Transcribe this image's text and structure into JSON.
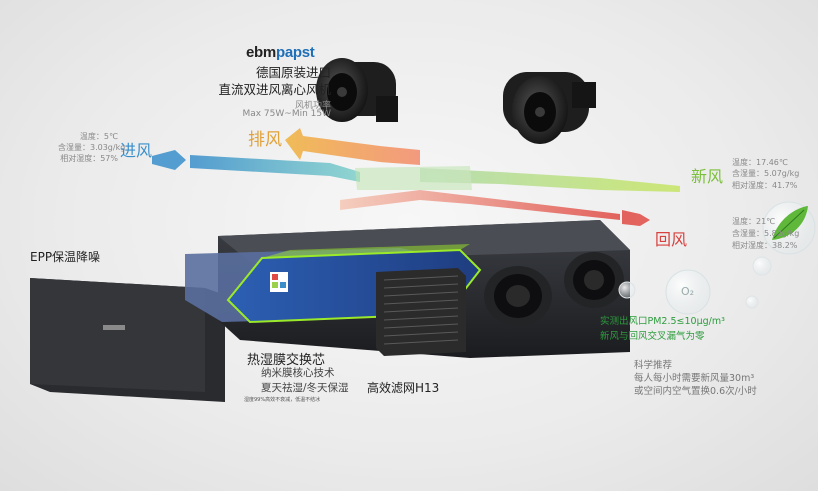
{
  "brand": {
    "prefix": "ebm",
    "suffix": "papst",
    "accent_color": "#1f6fb8"
  },
  "fan": {
    "line1": "德国原装进口",
    "line2": "直流双进风离心风机",
    "power_label": "风机功率",
    "power_range": "Max 75W~Min 15W"
  },
  "exhaust_label": "排风",
  "intake": {
    "label": "进风",
    "temp": "温度：5℃",
    "moisture": "含湿量：3.03g/kg",
    "humidity": "相对湿度：57%"
  },
  "fresh": {
    "label": "新风",
    "temp": "温度：17.46℃",
    "moisture": "含湿量：5.07g/kg",
    "humidity": "相对湿度：41.7%"
  },
  "return": {
    "label": "回风",
    "temp": "温度：21℃",
    "moisture": "含湿量：5.82g/kg",
    "humidity": "相对湿度：38.2%"
  },
  "epp_label": "EPP保温降噪",
  "oxygen_symbol": "O₂",
  "pm": {
    "line1": "实测出风口PM2.5≤10μg/m³",
    "line2": "新风与回风交叉漏气为零"
  },
  "recommend": {
    "line1": "科学推荐",
    "line2": "每人每小时需要新风量30m³",
    "line3": "或空间内空气置换0.6次/小时"
  },
  "core": {
    "title": "热湿膜交换芯",
    "sub1": "纳米膜核心技术",
    "sub2": "夏天祛湿/冬天保湿",
    "tiny": "湿度99%高效不衰减，低温不结冰"
  },
  "filter_label": "高效滤网H13",
  "colors": {
    "intake": "#3a8fcb",
    "exhaust": "#e2a23a",
    "fresh": "#9bd04a",
    "return": "#e04a44",
    "green_text": "#2e9c3e"
  }
}
